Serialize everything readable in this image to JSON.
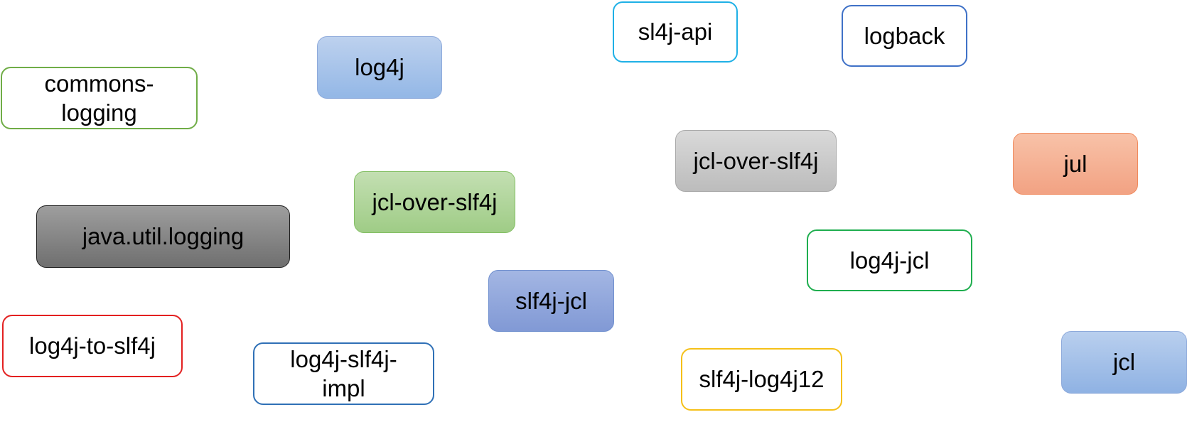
{
  "nodes": {
    "commons_logging": {
      "line1": "commons-",
      "line2": "logging"
    },
    "log4j": {
      "label": "log4j"
    },
    "sl4j_api": {
      "label": "sl4j-api"
    },
    "logback": {
      "label": "logback"
    },
    "jcl_over_slf4j_gray": {
      "label": "jcl-over-slf4j"
    },
    "jul": {
      "label": "jul"
    },
    "jcl_over_slf4j_green": {
      "label": "jcl-over-slf4j"
    },
    "java_util_logging": {
      "label": "java.util.logging"
    },
    "log4j_jcl": {
      "label": "log4j-jcl"
    },
    "slf4j_jcl": {
      "label": "slf4j-jcl"
    },
    "log4j_to_slf4j": {
      "label": "log4j-to-slf4j"
    },
    "log4j_slf4j_impl": {
      "line1": "log4j-slf4j-",
      "line2": "impl"
    },
    "slf4j_log4j12": {
      "label": "slf4j-log4j12"
    },
    "jcl": {
      "label": "jcl"
    }
  }
}
